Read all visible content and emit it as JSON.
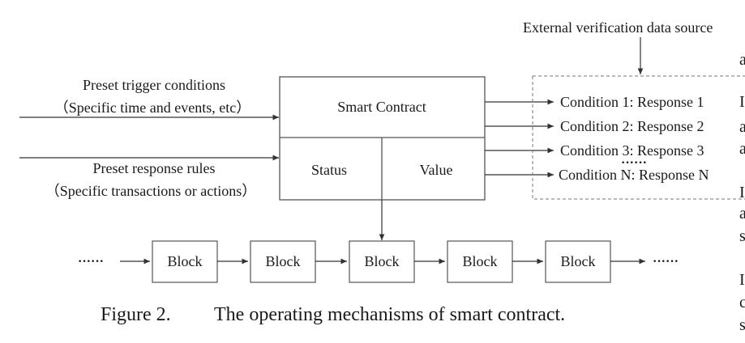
{
  "external_source": "External verification data source",
  "trigger": {
    "line1": "Preset trigger conditions",
    "line2": "（Specific time and events, etc）"
  },
  "response": {
    "line1": "Preset response rules",
    "line2": "（Specific transactions or actions）"
  },
  "contract": {
    "title": "Smart Contract",
    "status": "Status",
    "value": "Value"
  },
  "conditions": [
    "Condition 1: Response 1",
    "Condition 2: Response 2",
    "Condition 3: Response 3",
    "Condition N: Response N"
  ],
  "conditions_ellipsis": "······",
  "chain": {
    "leading_dots": "······",
    "trailing_dots": "······",
    "blocks": [
      "Block",
      "Block",
      "Block",
      "Block",
      "Block"
    ]
  },
  "caption": {
    "label": "Figure 2.",
    "text": "The operating mechanisms of smart contract."
  },
  "margin_letters": [
    "a",
    "I",
    "a",
    "a",
    "I",
    "a",
    "s",
    "I",
    "c",
    "s"
  ]
}
